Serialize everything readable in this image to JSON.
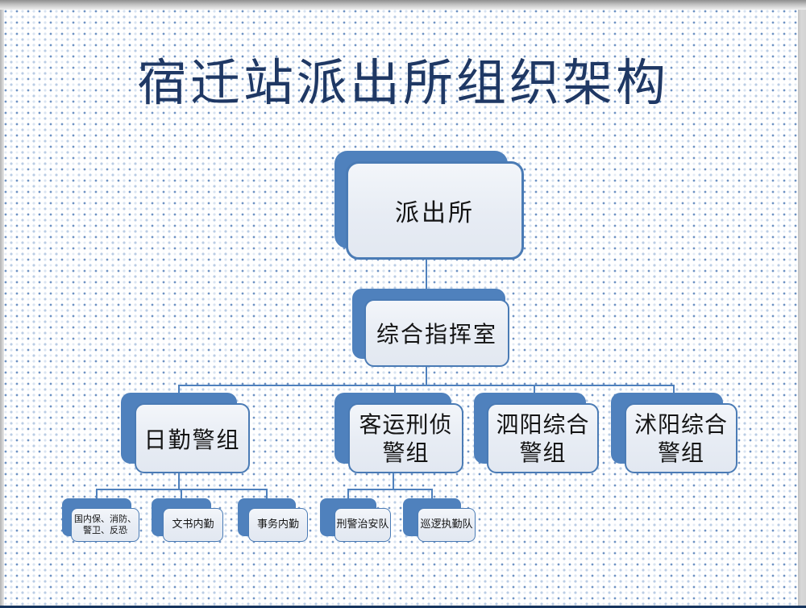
{
  "slide": {
    "title": "宿迁站派出所组织架构"
  },
  "org": {
    "type": "org-chart",
    "nodes": [
      {
        "label": "派出所",
        "lines": [
          "派出所"
        ]
      },
      {
        "label": "综合指挥室",
        "lines": [
          "综合指挥室"
        ]
      },
      {
        "label": "日勤警组",
        "lines": [
          "日勤警组"
        ]
      },
      {
        "label": "客运刑侦警组",
        "lines": [
          "客运刑侦",
          "警组"
        ]
      },
      {
        "label": "泗阳综合警组",
        "lines": [
          "泗阳综合",
          "警组"
        ]
      },
      {
        "label": "沭阳综合警组",
        "lines": [
          "沭阳综合",
          "警组"
        ]
      },
      {
        "label": "国内保、消防、警卫、反恐",
        "lines": [
          "国内保、消防、",
          "警卫、反恐"
        ]
      },
      {
        "label": "文书内勤",
        "lines": [
          "文书内勤"
        ]
      },
      {
        "label": "事务内勤",
        "lines": [
          "事务内勤"
        ]
      },
      {
        "label": "刑警治安队",
        "lines": [
          "刑警治安队"
        ]
      },
      {
        "label": "巡逻执勤队",
        "lines": [
          "巡逻执勤队"
        ]
      }
    ],
    "hierarchy": {
      "派出所": [
        "综合指挥室"
      ],
      "综合指挥室": [
        "日勤警组",
        "客运刑侦警组",
        "泗阳综合警组",
        "沭阳综合警组"
      ],
      "日勤警组": [
        "国内保、消防、警卫、反恐",
        "文书内勤",
        "事务内勤"
      ],
      "客运刑侦警组": [
        "刑警治安队",
        "巡逻执勤队"
      ]
    },
    "colors": {
      "accent_shape": "#4f81bd",
      "face_fill": "#e8edf5",
      "face_border": "#4a7bb5",
      "connector": "#4f81bd",
      "title_text": "#1f3864",
      "node_text": "#141414"
    }
  }
}
